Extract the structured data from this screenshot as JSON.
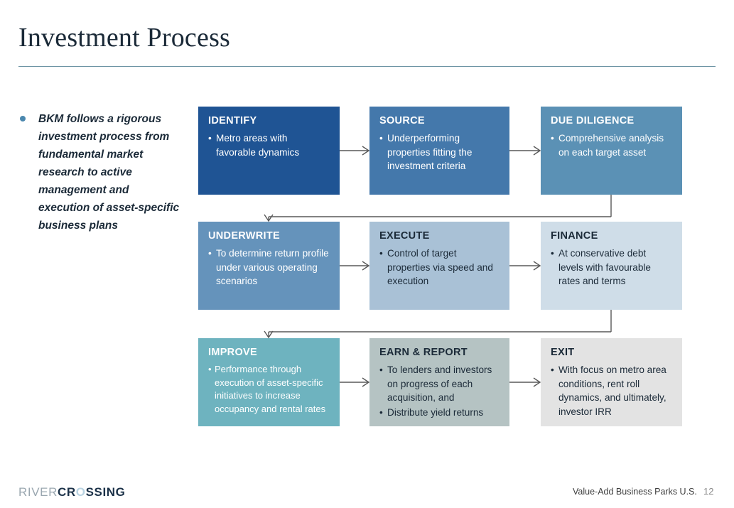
{
  "slide": {
    "title": "Investment Process",
    "rule_color": "#6b93a3"
  },
  "intro": {
    "bullet_color": "#4a87ae",
    "text": "BKM follows a rigorous investment process from fundamental market research to active management and execution of asset-specific business plans"
  },
  "flow": {
    "rows": [
      {
        "boxes": [
          {
            "title": "IDENTIFY",
            "bg": "#1f5494",
            "fg": "#ffffff",
            "items": [
              "Metro areas with favorable dynamics"
            ]
          },
          {
            "title": "SOURCE",
            "bg": "#4478ab",
            "fg": "#ffffff",
            "items": [
              "Underperforming properties fitting the investment criteria"
            ]
          },
          {
            "title": "DUE DILIGENCE",
            "bg": "#5b91b5",
            "fg": "#ffffff",
            "items": [
              "Comprehensive analysis on each target asset"
            ]
          }
        ]
      },
      {
        "boxes": [
          {
            "title": "UNDERWRITE",
            "bg": "#6593bb",
            "fg": "#ffffff",
            "items": [
              "To determine return profile under various operating scenarios"
            ]
          },
          {
            "title": "EXECUTE",
            "bg": "#a9c1d6",
            "fg": "#1b2a38",
            "items": [
              "Control of target properties via speed and execution"
            ]
          },
          {
            "title": "FINANCE",
            "bg": "#cfdde8",
            "fg": "#1b2a38",
            "items": [
              "At conservative debt levels with favourable rates and terms"
            ]
          }
        ]
      },
      {
        "boxes": [
          {
            "title": "IMPROVE",
            "bg": "#6eb3bf",
            "fg": "#ffffff",
            "compact": true,
            "items": [
              "Performance through execution of asset-specific initiatives to increase occupancy and rental rates"
            ]
          },
          {
            "title": "EARN & REPORT",
            "bg": "#b5c3c3",
            "fg": "#1b2a38",
            "items": [
              "To lenders and investors on progress of each acquisition, and",
              "Distribute yield returns"
            ]
          },
          {
            "title": "EXIT",
            "bg": "#e3e3e3",
            "fg": "#1b2a38",
            "items": [
              "With focus on metro area conditions, rent roll dynamics, and ultimately, investor IRR"
            ]
          }
        ]
      }
    ],
    "connector_color": "#595959"
  },
  "footer": {
    "logo_light": "RIVER",
    "logo_bold_1": "CR",
    "logo_o": "O",
    "logo_bold_2": "SSING",
    "note": "Value-Add Business Parks U.S.",
    "page_number": "12"
  }
}
